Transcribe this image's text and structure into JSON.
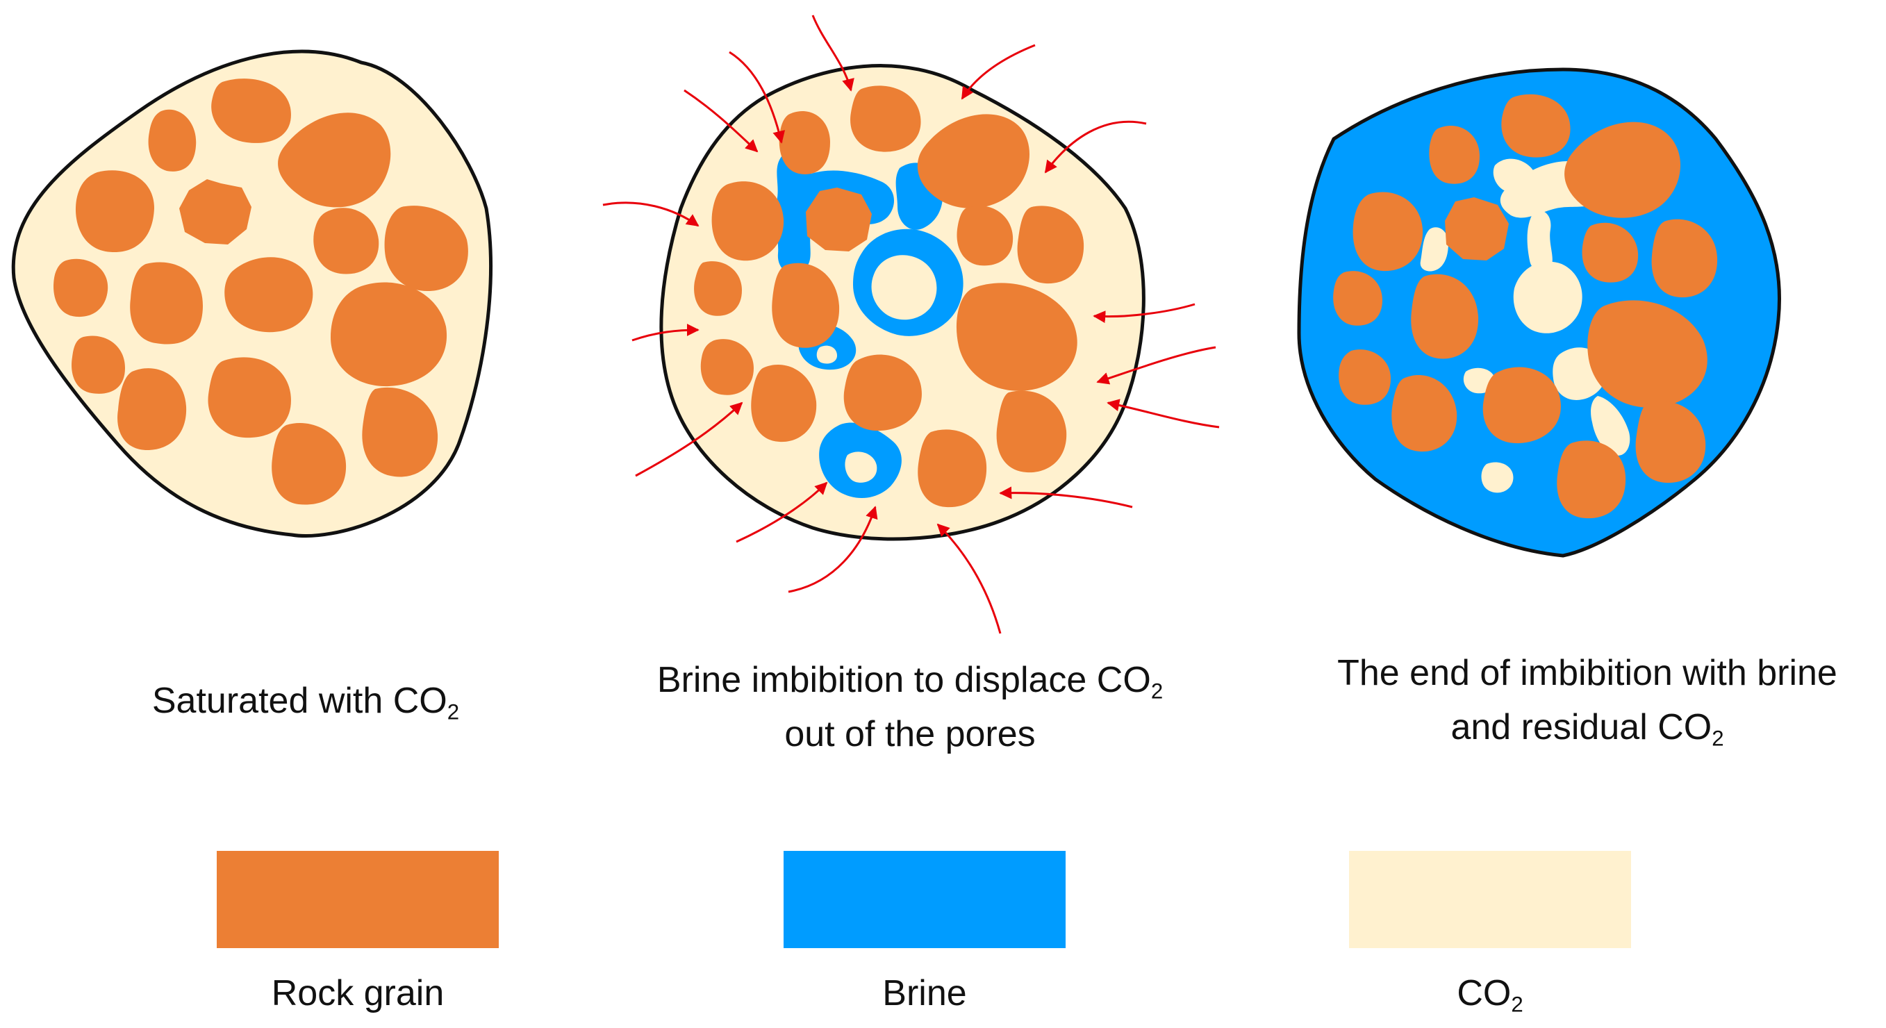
{
  "colors": {
    "rock_grain": "#ec7f34",
    "brine": "#009cff",
    "co2": "#fff1cf",
    "outline": "#111111",
    "arrow": "#e8000b"
  },
  "panels": [
    {
      "caption": {
        "line1": "Saturated with CO",
        "sub1": "2",
        "line2": "",
        "sub2": ""
      }
    },
    {
      "caption": {
        "line1": "Brine imbibition to displace CO",
        "sub1": "2",
        "line2": "out of the pores",
        "sub2": ""
      }
    },
    {
      "caption": {
        "line1": "The end of imbibition with brine",
        "sub1": "",
        "line2": "and residual CO",
        "sub2": "2"
      }
    }
  ],
  "legend": [
    {
      "label": "Rock grain",
      "sub": "",
      "color": "#ec7f34"
    },
    {
      "label": "Brine",
      "sub": "",
      "color": "#009cff"
    },
    {
      "label": "CO",
      "sub": "2",
      "color": "#fff1cf"
    }
  ]
}
